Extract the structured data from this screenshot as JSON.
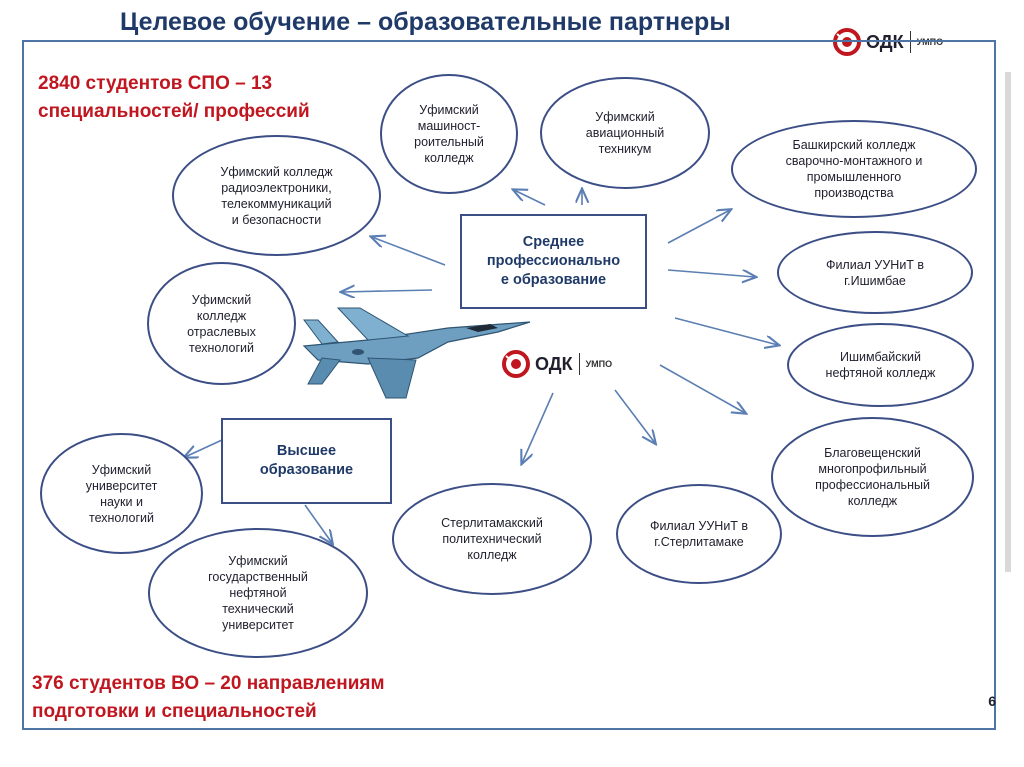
{
  "header": {
    "title": "Целевое обучение – образовательные партнеры"
  },
  "logo": {
    "brand": "ОДК",
    "sub": "УМПО"
  },
  "stats": {
    "spo": "2840 студентов СПО – 13\nспециальностей/ профессий",
    "vo": "376 студентов ВО – 20 направлениям\nподготовки и специальностей"
  },
  "hubs": {
    "spo": "Среднее\nпрофессионально\nе образование",
    "vo": "Высшее\nобразование"
  },
  "partners": {
    "radio": "Уфимский колледж\nрадиоэлектроники,\nтелекоммуникаций\nи безопасности",
    "mash": "Уфимский\nмашиност-\nроительный\nколледж",
    "avia": "Уфимский\nавиационный\nтехникум",
    "bashk": "Башкирский колледж\nсварочно-монтажного и\nпромышленного\nпроизводства",
    "ishimbai_filial": "Филиал УУНиТ в\nг.Ишимбае",
    "ishimbai_oil": "Ишимбайский\nнефтяной колледж",
    "blago": "Благовещенский\nмногопрофильный\nпрофессиональный\nколледж",
    "sterl_filial": "Филиал УУНиТ в\nг.Стерлитамаке",
    "sterl_poly": "Стерлитамакский\nполитехнический\nколледж",
    "otrasl": "Уфимский\nколледж\nотраслевых\nтехнологий",
    "uunit": "Уфимский\nуниверситет\nнауки и\nтехнологий",
    "ugntu": "Уфимский\nгосударственный\nнефтяной\nтехнический\nуниверситет"
  },
  "page": {
    "number": "6"
  },
  "colors": {
    "accent_red": "#c0161f",
    "title_blue": "#1f3a68",
    "node_border": "#3c4e86",
    "arrow": "#5b7fb3"
  }
}
